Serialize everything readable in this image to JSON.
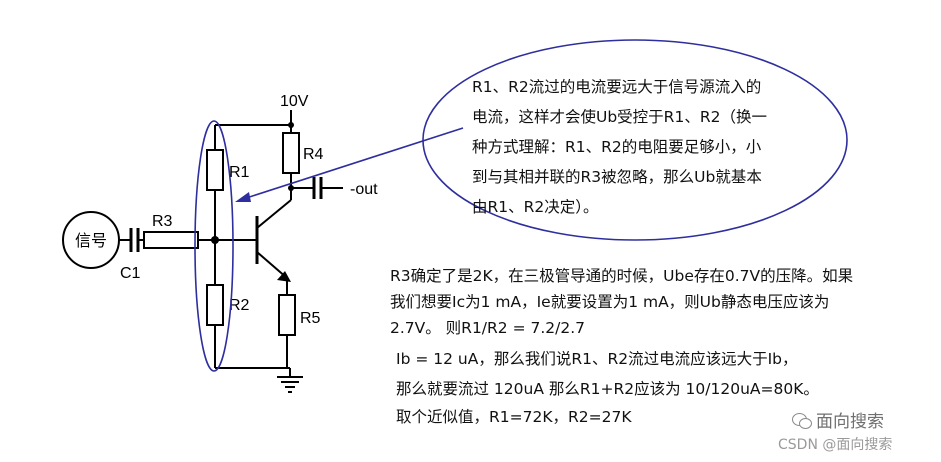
{
  "circuit": {
    "signal_source": "信号",
    "c1": "C1",
    "r1": "R1",
    "r2": "R2",
    "r3": "R3",
    "r4": "R4",
    "r5": "R5",
    "supply": "10V",
    "output": "-out"
  },
  "bubble": {
    "lines": [
      "R1、R2流过的电流要远大于信号源流入的",
      "电流，这样才会使Ub受控于R1、R2（换一",
      "种方式理解：R1、R2的电阻要足够小，小",
      "到与其相并联的R3被忽略，那么Ub就基本",
      "由R1、R2决定）。"
    ]
  },
  "notes": {
    "line1": "R3确定了是2K，在三极管导通的时候，Ube存在0.7V的压降。如果",
    "line2": "我们想要Ic为1  mA，Ie就要设置为1  mA，则Ub静态电压应该为",
    "line3": "2.7V。 则R1/R2 = 7.2/2.7",
    "line4": "Ib = 12  uA，那么我们说R1、R2流过电流应该远大于Ib，",
    "line5": "那么就要流过  120uA  那么R1+R2应该为 10/120uA=80K。",
    "line6": "取个近似值，R1=72K，R2=27K"
  },
  "watermark": {
    "brand": "面向搜索",
    "csdn": "CSDN @面向搜索"
  },
  "colors": {
    "ellipse": "#2e2e9e",
    "wire": "#000000"
  }
}
